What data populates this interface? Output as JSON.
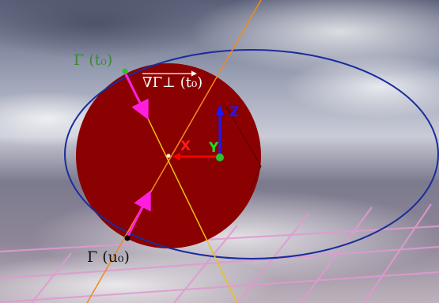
{
  "labels": {
    "gamma_t0": "Γ (t₀)",
    "gamma_u0": "Γ (u₀)",
    "gradient": "∇Γ⊥ (t₀)"
  },
  "axes": {
    "x": "X",
    "y": "Y",
    "z": "Z"
  },
  "colors": {
    "disk": "#8b0000",
    "ellipse": "#1a2c9c",
    "chord": "#e8c21a",
    "line": "#f28a1e",
    "tangent_arrow": "#ff1ee0",
    "point_t0": "#2fbf2f",
    "point_u0": "#000000",
    "axis_x": "#ff0000",
    "axis_y": "#00cc00",
    "axis_z": "#1a1aff",
    "grid": "#e09ad0"
  }
}
